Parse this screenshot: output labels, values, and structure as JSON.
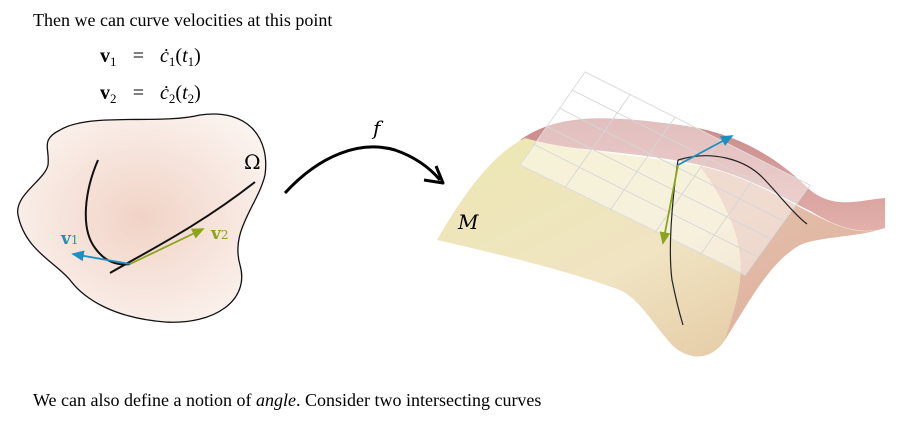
{
  "text": {
    "intro": "Then we can curve velocities at this point",
    "eq1": {
      "lhs": "v",
      "lhs_sub": "1",
      "rhs_fn": "ċ",
      "rhs_sub": "1",
      "arg": "t",
      "arg_sub": "1"
    },
    "eq2": {
      "lhs": "v",
      "lhs_sub": "2",
      "rhs_fn": "ċ",
      "rhs_sub": "2",
      "arg": "t",
      "arg_sub": "2"
    },
    "outro_before": "We can also define a notion of ",
    "outro_em": "angle",
    "outro_after": ". Consider two intersecting curves"
  },
  "figure": {
    "domain_label": "Ω",
    "map_label": "f",
    "manifold_label": "M",
    "v1_label": "v",
    "v1_sub": "1",
    "v2_label": "v",
    "v2_sub": "2",
    "colors": {
      "v1": "#1e8fc0",
      "v2": "#8aa51a",
      "domain_fill": "#f3e2da",
      "surface_pink": "#cf8d8d",
      "surface_yellow": "#eceab8"
    }
  }
}
